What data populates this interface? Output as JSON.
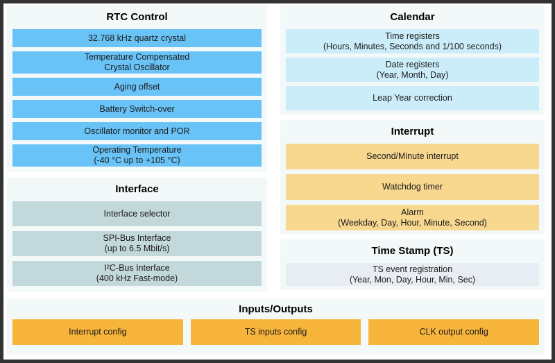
{
  "colors": {
    "frame_border": "#333333",
    "panel_background": "#f3f8f9",
    "rtc_box": "#69c3f7",
    "interface_box": "#c3d8da",
    "calendar_box": "#cbedf9",
    "interrupt_box": "#f8d78f",
    "io_box": "#f8b53c",
    "timestamp_box": "#e7edf2",
    "text": "#1b1b1b"
  },
  "panels": {
    "rtc_control": {
      "title": "RTC Control",
      "items": [
        {
          "line1": "32.768 kHz quartz crystal"
        },
        {
          "line1": "Temperature Compensated",
          "line2": "Crystal Oscillator"
        },
        {
          "line1": "Aging offset"
        },
        {
          "line1": "Battery Switch-over"
        },
        {
          "line1": "Oscillator monitor and POR"
        },
        {
          "line1": "Operating Temperature",
          "line2": "(-40 °C up to +105 °C)"
        }
      ]
    },
    "interface": {
      "title": "Interface",
      "items": [
        {
          "line1": "Interface selector"
        },
        {
          "line1": "SPI-Bus Interface",
          "line2": "(up to 6.5 Mbit/s)"
        },
        {
          "line1": "I²C-Bus Interface",
          "line2": "(400 kHz Fast-mode)"
        }
      ]
    },
    "calendar": {
      "title": "Calendar",
      "items": [
        {
          "line1": "Time registers",
          "line2": "(Hours, Minutes, Seconds and 1/100 seconds)"
        },
        {
          "line1": "Date registers",
          "line2": "(Year, Month, Day)"
        },
        {
          "line1": "Leap Year correction"
        }
      ]
    },
    "interrupt": {
      "title": "Interrupt",
      "items": [
        {
          "line1": "Second/Minute interrupt"
        },
        {
          "line1": "Watchdog timer"
        },
        {
          "line1": "Alarm",
          "line2": "(Weekday, Day, Hour, Minute, Second)"
        }
      ]
    },
    "time_stamp": {
      "title": "Time Stamp (TS)",
      "items": [
        {
          "line1": "TS event registration",
          "line2": "(Year, Mon, Day, Hour, Min, Sec)"
        }
      ]
    },
    "inputs_outputs": {
      "title": "Inputs/Outputs",
      "items": [
        {
          "line1": "Interrupt config"
        },
        {
          "line1": "TS inputs config"
        },
        {
          "line1": "CLK output config"
        }
      ]
    }
  }
}
